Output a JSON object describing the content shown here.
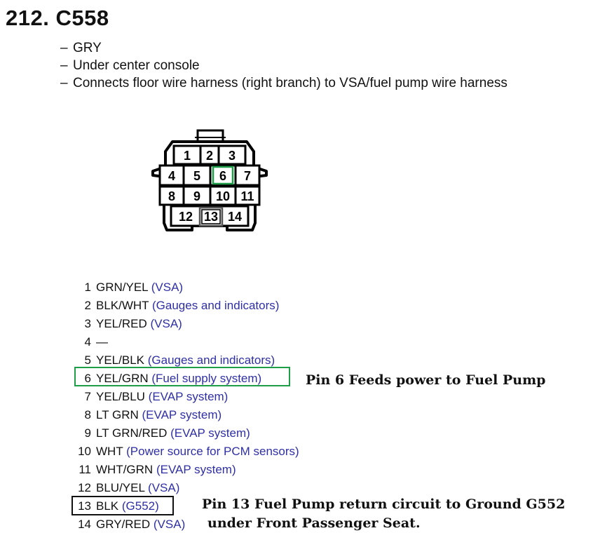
{
  "title": "212. C558",
  "bullets": [
    "GRY",
    "Under center console",
    "Connects floor wire harness (right branch) to VSA/fuel pump wire harness"
  ],
  "connector": {
    "rows": [
      [
        "1",
        "2",
        "3"
      ],
      [
        "4",
        "5",
        "6",
        "7"
      ],
      [
        "8",
        "9",
        "10",
        "11"
      ],
      [
        "12",
        "13",
        "14"
      ]
    ],
    "highlight_green": "6",
    "highlight_black": "13"
  },
  "pins": [
    {
      "num": "1",
      "wire": "GRN/YEL",
      "desc": "(VSA)"
    },
    {
      "num": "2",
      "wire": "BLK/WHT",
      "desc": "(Gauges and indicators)"
    },
    {
      "num": "3",
      "wire": "YEL/RED",
      "desc": "(VSA)"
    },
    {
      "num": "4",
      "wire": "—",
      "desc": ""
    },
    {
      "num": "5",
      "wire": "YEL/BLK",
      "desc": "(Gauges and indicators)"
    },
    {
      "num": "6",
      "wire": "YEL/GRN",
      "desc": "(Fuel supply system)"
    },
    {
      "num": "7",
      "wire": "YEL/BLU",
      "desc": "(EVAP system)"
    },
    {
      "num": "8",
      "wire": "LT GRN",
      "desc": "(EVAP system)"
    },
    {
      "num": "9",
      "wire": "LT GRN/RED",
      "desc": "(EVAP system)"
    },
    {
      "num": "10",
      "wire": "WHT",
      "desc": "(Power source for PCM sensors)"
    },
    {
      "num": "11",
      "wire": "WHT/GRN",
      "desc": "(EVAP system)"
    },
    {
      "num": "12",
      "wire": "BLU/YEL",
      "desc": "(VSA)"
    },
    {
      "num": "13",
      "wire": "BLK",
      "desc": "(G552)"
    },
    {
      "num": "14",
      "wire": "GRY/RED",
      "desc": "(VSA)"
    }
  ],
  "notes": {
    "pin6": "Pin 6 Feeds power to Fuel Pump",
    "pin13_line1": "Pin 13 Fuel Pump return circuit to Ground G552",
    "pin13_line2": "under Front Passenger Seat."
  },
  "colors": {
    "desc_text": "#2f2fa6",
    "green_box": "#1f9e4a",
    "black_box": "#111111"
  }
}
